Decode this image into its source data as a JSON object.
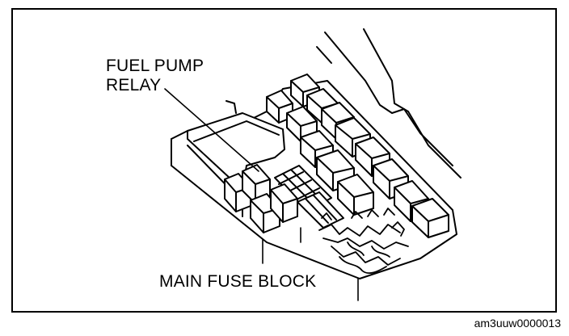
{
  "figure": {
    "callouts": {
      "fuel_pump_relay_line1": "FUEL PUMP",
      "fuel_pump_relay_line2": "RELAY",
      "main_fuse_block": "MAIN FUSE BLOCK"
    },
    "figure_id": "am3uuw0000013"
  }
}
